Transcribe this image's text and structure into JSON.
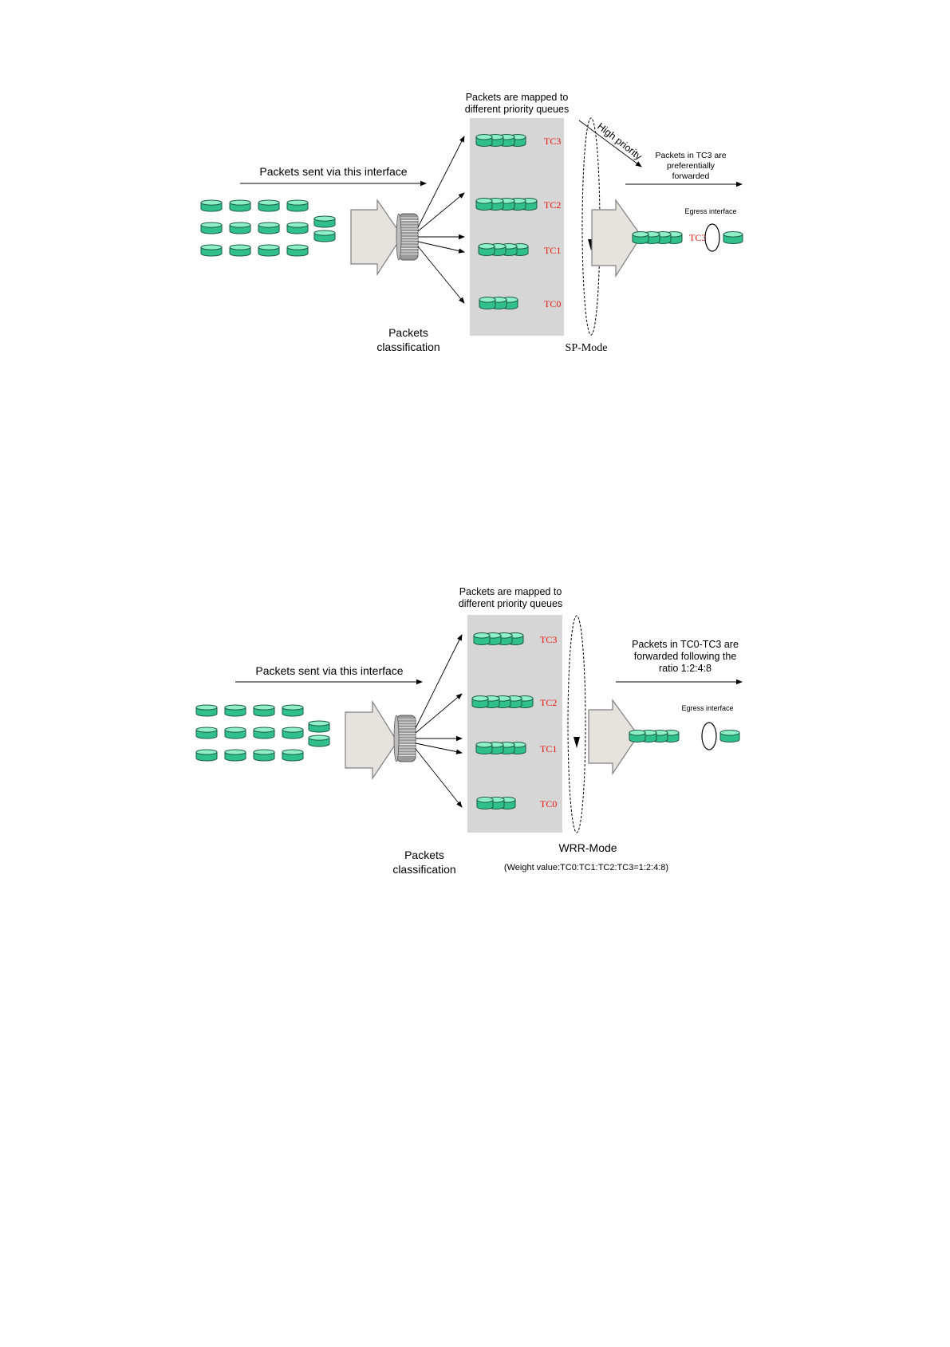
{
  "colors": {
    "packet_fill": "#2fc08e",
    "packet_top": "#8ef0c9",
    "packet_stroke": "#1c5a44",
    "queue_bg": "#d6d6d6",
    "tc_label": "#e8160c",
    "arrow_fill": "#e6e3df",
    "arrow_stroke": "#7f7f7f",
    "line": "#000000"
  },
  "diagrams": [
    {
      "id": "sp",
      "input_label": "Packets sent via this interface",
      "mapped_label_1": "Packets are mapped to",
      "mapped_label_2": "different priority queues",
      "classification_label_1": "Packets",
      "classification_label_2": "classification",
      "mode_label": "SP-Mode",
      "mode_note": "",
      "high_priority_label": "High priority",
      "output_label_1": "Packets in TC3 are",
      "output_label_2": "preferentially",
      "output_label_3": "forwarded",
      "egress_label": "Egress interface",
      "egress_tc_label": "TC3",
      "queues": [
        {
          "label": "TC3",
          "packets": 4
        },
        {
          "label": "TC2",
          "packets": 5
        },
        {
          "label": "TC1",
          "packets": 4
        },
        {
          "label": "TC0",
          "packets": 3
        }
      ]
    },
    {
      "id": "wrr",
      "input_label": "Packets sent via this interface",
      "mapped_label_1": "Packets are mapped to",
      "mapped_label_2": "different priority queues",
      "classification_label_1": "Packets",
      "classification_label_2": "classification",
      "mode_label": "WRR-Mode",
      "mode_note": "(Weight value:TC0:TC1:TC2:TC3=1:2:4:8)",
      "high_priority_label": "",
      "output_label_1": "Packets in TC0-TC3 are",
      "output_label_2": "forwarded following the",
      "output_label_3": "ratio 1:2:4:8",
      "egress_label": "Egress interface",
      "egress_tc_label": "",
      "queues": [
        {
          "label": "TC3",
          "packets": 4
        },
        {
          "label": "TC2",
          "packets": 5
        },
        {
          "label": "TC1",
          "packets": 4
        },
        {
          "label": "TC0",
          "packets": 3
        }
      ]
    }
  ]
}
